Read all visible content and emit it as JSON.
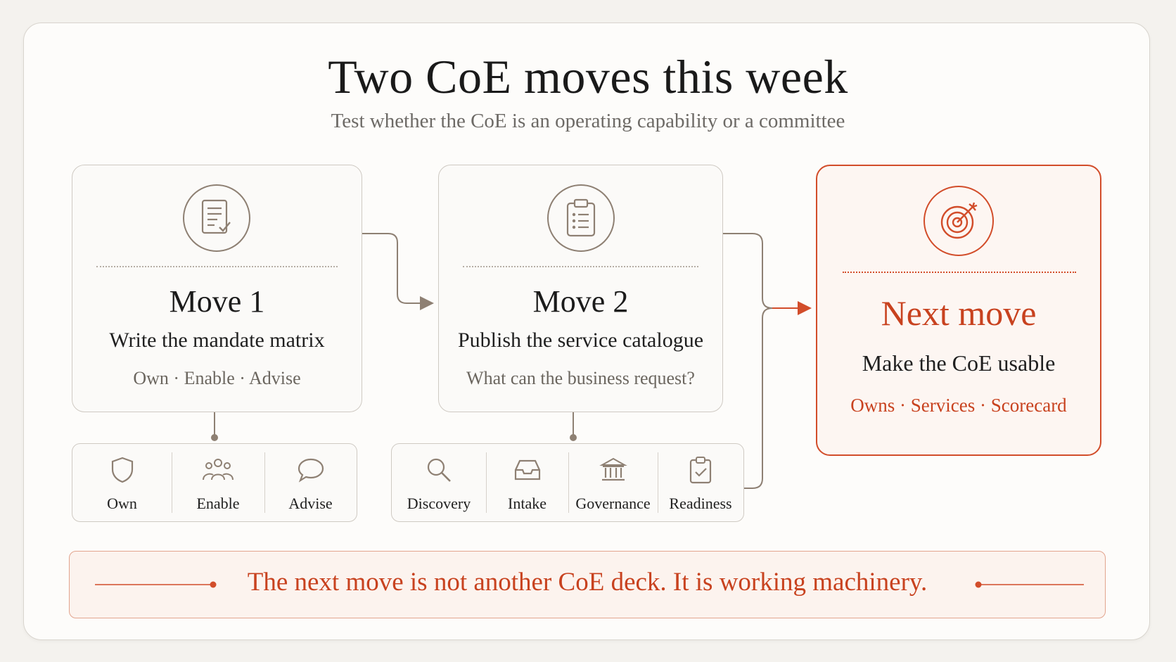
{
  "title": "Two CoE moves this week",
  "subtitle": "Test whether the CoE is an operating capability or a committee",
  "move1": {
    "title": "Move 1",
    "subtitle": "Write the mandate matrix",
    "note": "Own · Enable · Advise",
    "icon": "document-check-icon",
    "items": [
      {
        "label": "Own",
        "icon": "shield-icon"
      },
      {
        "label": "Enable",
        "icon": "people-icon"
      },
      {
        "label": "Advise",
        "icon": "chat-bubble-icon"
      }
    ]
  },
  "move2": {
    "title": "Move 2",
    "subtitle": "Publish the service catalogue",
    "note": "What can the business request?",
    "icon": "clipboard-list-icon",
    "items": [
      {
        "label": "Discovery",
        "icon": "search-icon"
      },
      {
        "label": "Intake",
        "icon": "inbox-icon"
      },
      {
        "label": "Governance",
        "icon": "institution-icon"
      },
      {
        "label": "Readiness",
        "icon": "clipboard-check-icon"
      }
    ]
  },
  "next": {
    "title": "Next move",
    "subtitle": "Make the CoE usable",
    "note": "Owns · Services · Scorecard",
    "icon": "target-icon"
  },
  "banner": "The next move is not another CoE deck. It is working machinery.",
  "colors": {
    "accent": "#c8421f",
    "neutral_line": "#8e8073",
    "text": "#1f1f1f",
    "muted": "#6b665f"
  }
}
